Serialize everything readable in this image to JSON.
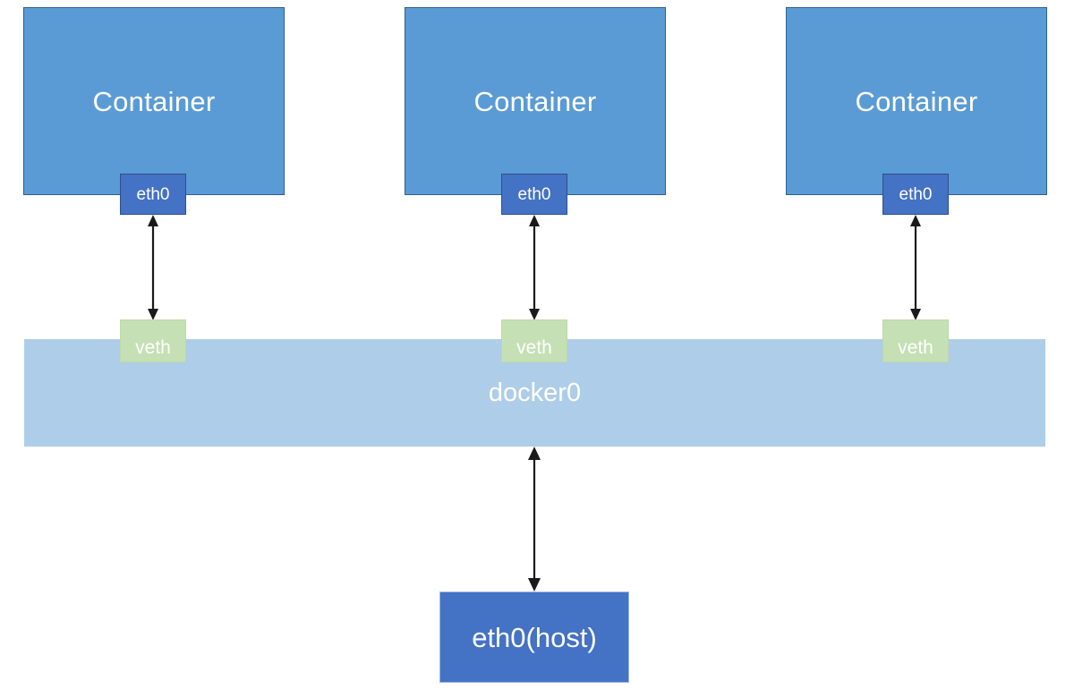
{
  "diagram": {
    "title_text_present": false,
    "colors": {
      "container_fill": "#5B9BD5",
      "container_border": "#2E5E8E",
      "eth0_fill": "#4472C4",
      "eth0_border": "#2F4F8F",
      "veth_fill": "#C5E0B4",
      "veth_border": "#BCD9A8",
      "docker0_fill": "#AECDE8",
      "host_nic_fill": "#4472C4",
      "host_nic_border": "#9DB7E4",
      "arrow_color": "#1A1A1A",
      "label_text": "#FFFFFF",
      "background": "#FFFFFF"
    },
    "containers": [
      {
        "label": "Container",
        "nic_label": "eth0",
        "veth_label": "veth"
      },
      {
        "label": "Container",
        "nic_label": "eth0",
        "veth_label": "veth"
      },
      {
        "label": "Container",
        "nic_label": "eth0",
        "veth_label": "veth"
      }
    ],
    "bridge": {
      "label": "docker0"
    },
    "host": {
      "nic_label": "eth0(host)"
    },
    "connections": [
      {
        "from": "eth0",
        "to": "veth",
        "style": "double-headed-arrow"
      },
      {
        "from": "eth0",
        "to": "veth",
        "style": "double-headed-arrow"
      },
      {
        "from": "eth0",
        "to": "veth",
        "style": "double-headed-arrow"
      },
      {
        "from": "docker0",
        "to": "eth0(host)",
        "style": "double-headed-arrow"
      }
    ]
  }
}
